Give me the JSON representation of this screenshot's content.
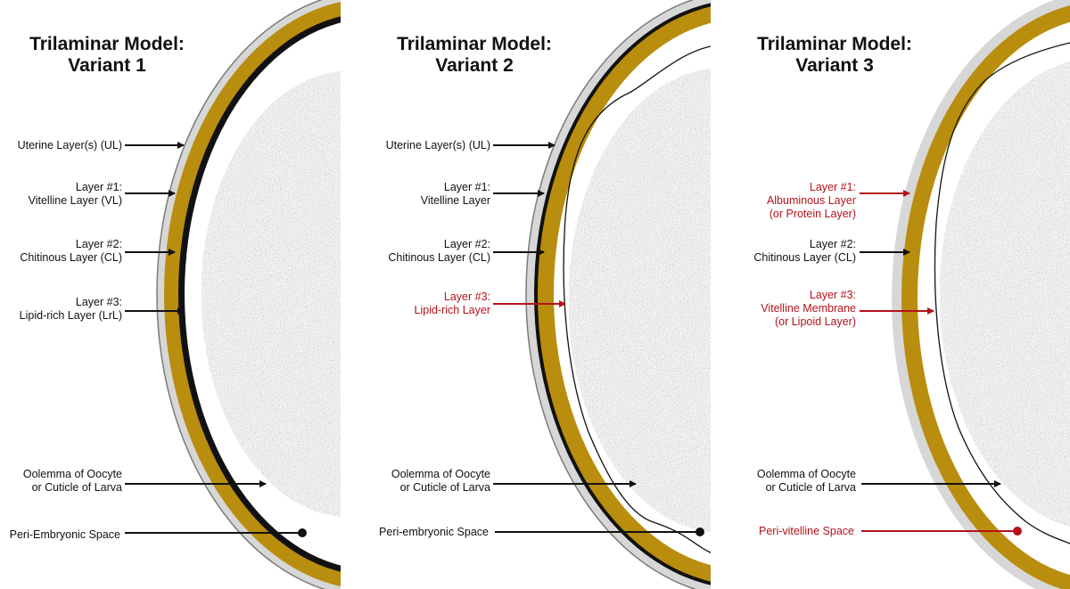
{
  "colors": {
    "chitin": "#b98d0d",
    "uterine": "#d7d7d7",
    "uterine_stroke": "#7a7a7a",
    "oocyte_fill": "#bdbdbd",
    "highlight": "#b5121b",
    "ink": "#111111"
  },
  "panels": [
    {
      "title_line1": "Trilaminar Model:",
      "title_line2": "Variant 1",
      "labels": {
        "uterine": "Uterine Layer(s) (UL)",
        "layer1_l1": "Layer #1:",
        "layer1_l2": "Vitelline Layer (VL)",
        "layer2_l1": "Layer #2:",
        "layer2_l2": "Chitinous Layer (CL)",
        "layer3_l1": "Layer #3:",
        "layer3_l2": "Lipid-rich Layer (LrL)",
        "oolemma_l1": "Oolemma of Oocyte",
        "oolemma_l2": "or Cuticle of Larva",
        "space": "Peri-Embryonic Space"
      }
    },
    {
      "title_line1": "Trilaminar Model:",
      "title_line2": "Variant 2",
      "labels": {
        "uterine": "Uterine Layer(s) (UL)",
        "layer1_l1": "Layer #1:",
        "layer1_l2": "Vitelline Layer",
        "layer2_l1": "Layer #2:",
        "layer2_l2": "Chitinous Layer (CL)",
        "layer3_l1": "Layer #3:",
        "layer3_l2": "Lipid-rich Layer",
        "oolemma_l1": "Oolemma of Oocyte",
        "oolemma_l2": "or Cuticle of Larva",
        "space": "Peri-embryonic Space"
      }
    },
    {
      "title_line1": "Trilaminar Model:",
      "title_line2": "Variant 3",
      "labels": {
        "layer1_l1": "Layer #1:",
        "layer1_l2": "Albuminous Layer",
        "layer1_l3": "(or Protein Layer)",
        "layer2_l1": "Layer #2:",
        "layer2_l2": "Chitinous Layer (CL)",
        "layer3_l1": "Layer #3:",
        "layer3_l2": "Vitelline Membrane",
        "layer3_l3": "(or Lipoid Layer)",
        "oolemma_l1": "Oolemma of Oocyte",
        "oolemma_l2": "or Cuticle of Larva",
        "space": "Peri-vitelline Space"
      }
    }
  ]
}
